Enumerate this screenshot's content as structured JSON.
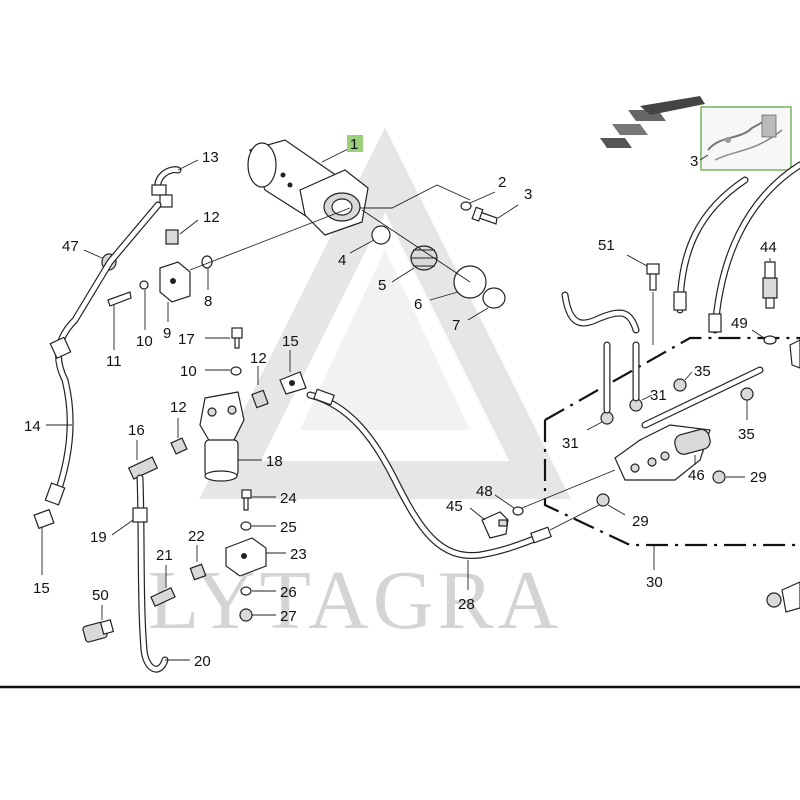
{
  "watermark": "LYTAGRA",
  "highlight_color": "#9ccf7a",
  "callouts": [
    {
      "id": "c1",
      "text": "1"
    },
    {
      "id": "c2",
      "text": "2"
    },
    {
      "id": "c3a",
      "text": "3"
    },
    {
      "id": "c3b",
      "text": "3"
    },
    {
      "id": "c4",
      "text": "4"
    },
    {
      "id": "c5",
      "text": "5"
    },
    {
      "id": "c6",
      "text": "6"
    },
    {
      "id": "c7",
      "text": "7"
    },
    {
      "id": "c8",
      "text": "8"
    },
    {
      "id": "c9",
      "text": "9"
    },
    {
      "id": "c10a",
      "text": "10"
    },
    {
      "id": "c10b",
      "text": "10"
    },
    {
      "id": "c11",
      "text": "11"
    },
    {
      "id": "c12a",
      "text": "12"
    },
    {
      "id": "c12b",
      "text": "12"
    },
    {
      "id": "c12c",
      "text": "12"
    },
    {
      "id": "c13",
      "text": "13"
    },
    {
      "id": "c14",
      "text": "14"
    },
    {
      "id": "c15a",
      "text": "15"
    },
    {
      "id": "c15b",
      "text": "15"
    },
    {
      "id": "c16",
      "text": "16"
    },
    {
      "id": "c17",
      "text": "17"
    },
    {
      "id": "c18",
      "text": "18"
    },
    {
      "id": "c19",
      "text": "19"
    },
    {
      "id": "c20",
      "text": "20"
    },
    {
      "id": "c21",
      "text": "21"
    },
    {
      "id": "c22",
      "text": "22"
    },
    {
      "id": "c23",
      "text": "23"
    },
    {
      "id": "c24",
      "text": "24"
    },
    {
      "id": "c25",
      "text": "25"
    },
    {
      "id": "c26",
      "text": "26"
    },
    {
      "id": "c27",
      "text": "27"
    },
    {
      "id": "c28",
      "text": "28"
    },
    {
      "id": "c29a",
      "text": "29"
    },
    {
      "id": "c29b",
      "text": "29"
    },
    {
      "id": "c30",
      "text": "30"
    },
    {
      "id": "c31a",
      "text": "31"
    },
    {
      "id": "c31b",
      "text": "31"
    },
    {
      "id": "c35a",
      "text": "35"
    },
    {
      "id": "c35b",
      "text": "35"
    },
    {
      "id": "c44",
      "text": "44"
    },
    {
      "id": "c45",
      "text": "45"
    },
    {
      "id": "c46",
      "text": "46"
    },
    {
      "id": "c47",
      "text": "47"
    },
    {
      "id": "c48",
      "text": "48"
    },
    {
      "id": "c49",
      "text": "49"
    },
    {
      "id": "c50",
      "text": "50"
    },
    {
      "id": "c51",
      "text": "51"
    }
  ]
}
